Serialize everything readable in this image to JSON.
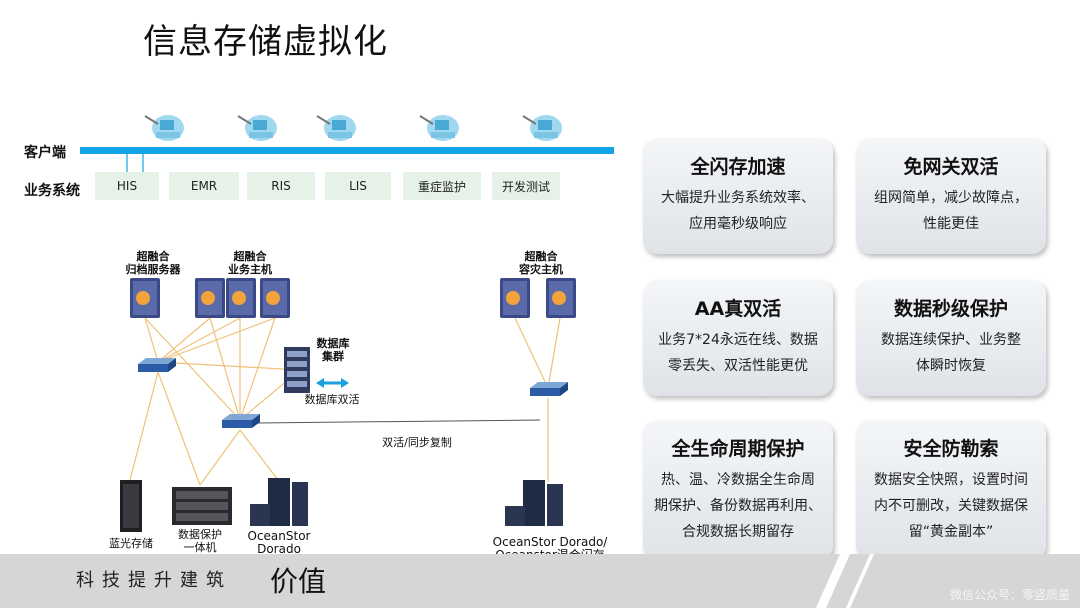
{
  "title": "信息存储虚拟化",
  "left_labels": {
    "client": "客户端",
    "business": "业务系统"
  },
  "systems": [
    "HIS",
    "EMR",
    "RIS",
    "LIS",
    "重症监护",
    "开发测试"
  ],
  "nodes": {
    "archive_l1": "超融合",
    "archive_l2": "归档服务器",
    "biz_l1": "超融合",
    "biz_l2": "业务主机",
    "dr_l1": "超融合",
    "dr_l2": "容灾主机",
    "db_l1": "数据库",
    "db_l2": "集群",
    "db_aa": "数据库双活",
    "repl": "双活/同步复制",
    "bluray": "蓝光存储",
    "backup_l1": "数据保护",
    "backup_l2": "一体机",
    "os1_l1": "OceanStor",
    "os1_l2": "Dorado",
    "os2_l1": "OceanStor Dorado/",
    "os2_l2": "Oceanstor混合闪存"
  },
  "cards": [
    {
      "title": "全闪存加速",
      "l1": "大幅提升业务系统效率、",
      "l2": "应用毫秒级响应"
    },
    {
      "title": "免网关双活",
      "l1": "组网简单，减少故障点，",
      "l2": "性能更佳"
    },
    {
      "title": "AA真双活",
      "l1": "业务7*24永远在线、数据",
      "l2": "零丢失、双活性能更优"
    },
    {
      "title": "数据秒级保护",
      "l1": "数据连续保护、业务整",
      "l2": "体瞬时恢复"
    },
    {
      "title": "全生命周期保护",
      "l1": "热、温、冷数据全生命周",
      "l2": "期保护、备份数据再利用、",
      "l3": "合规数据长期留存"
    },
    {
      "title": "安全防勒索",
      "l1": "数据安全快照，设置时间",
      "l2": "内不可删改，关键数据保",
      "l3": "留“黄金副本”"
    }
  ],
  "footer": {
    "slogan": "科技提升建筑",
    "slogan_big": "价值",
    "watermark": "微信公众号：零竖质量"
  },
  "colors": {
    "bus": "#12a3e6",
    "link": "#f0c27a",
    "system_box": "#e6f1e8",
    "footer": "#d6d6d6"
  }
}
